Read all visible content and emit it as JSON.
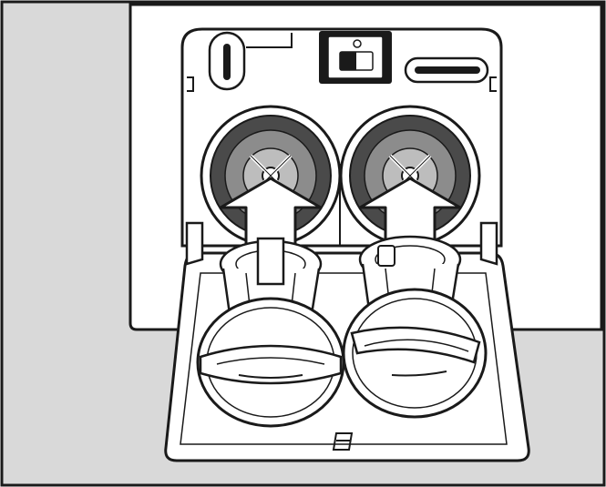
{
  "diagram": {
    "kind": "line-illustration",
    "subject": "drain-pump-filters-reinsertion",
    "filter_count": 2,
    "arrow_count": 2,
    "colors": {
      "line": "#1a1a1a",
      "wall_gray": "#d9d9d9",
      "panel_white": "#ffffff",
      "pump_dark": "#4a4a4a",
      "pump_mid": "#8c8c8c",
      "pump_light": "#bdbdbd",
      "arrow_fill": "#ffffff"
    },
    "icons": [
      "drain-filter-icon",
      "filter-cap-icon",
      "arrow-up-icon",
      "flap-lock-icon",
      "switch-icon"
    ]
  }
}
